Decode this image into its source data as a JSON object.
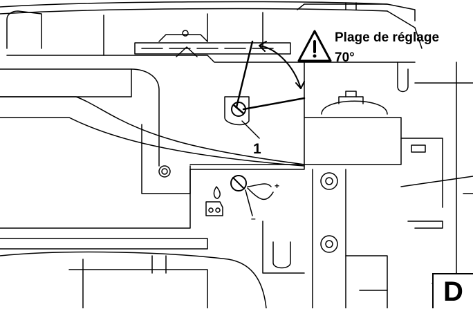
{
  "warning": {
    "icon": "warning-triangle-icon",
    "title": "Plage de réglage",
    "angle": "70°"
  },
  "callouts": [
    {
      "number": "1"
    }
  ],
  "panel": {
    "letter": "D"
  },
  "adjuster_symbols": {
    "plus": "+",
    "minus": "–",
    "icons": [
      "oil-drop-icon",
      "chain-link-icon"
    ]
  },
  "colors": {
    "line": "#000000",
    "background": "#ffffff"
  }
}
